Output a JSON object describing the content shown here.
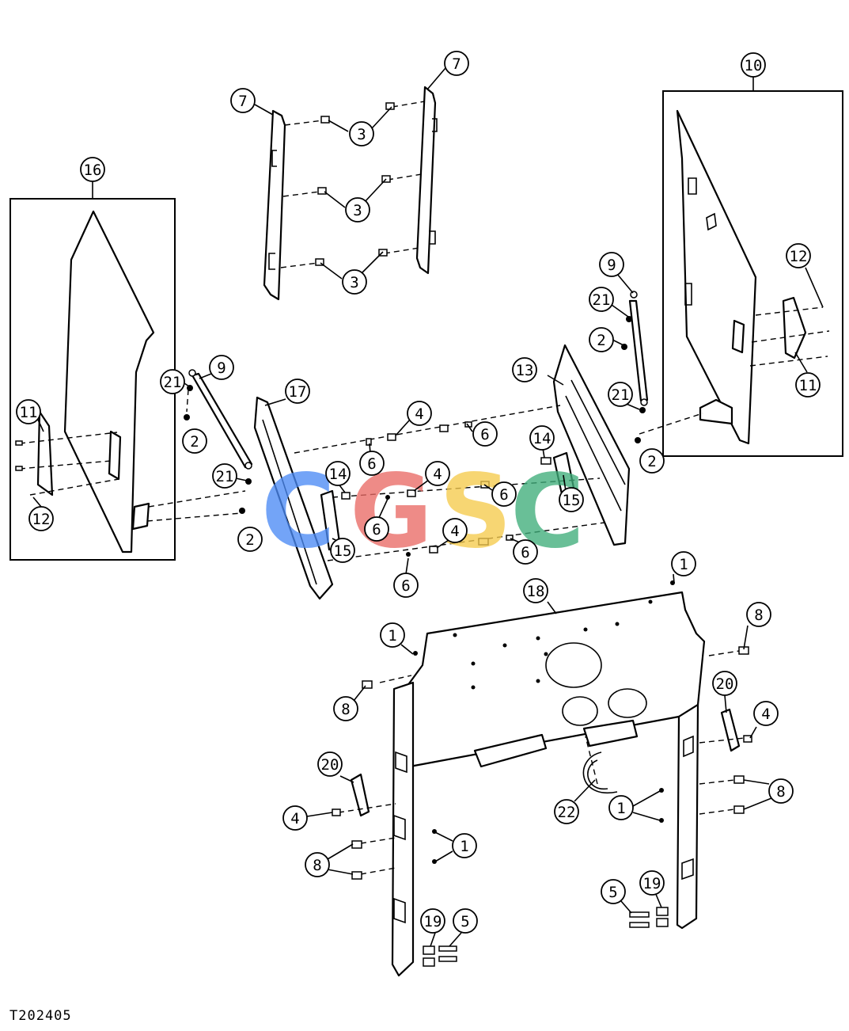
{
  "figure_code": "T202405",
  "watermark": {
    "letters": [
      {
        "char": "C",
        "color": "#4C8BF5"
      },
      {
        "char": "G",
        "color": "#EA6B66"
      },
      {
        "char": "S",
        "color": "#F6CB4D"
      },
      {
        "char": "C",
        "color": "#3FAE7A"
      }
    ]
  },
  "callouts": [
    {
      "id": "c-7a",
      "label": "7"
    },
    {
      "id": "c-7b",
      "label": "7"
    },
    {
      "id": "c-3a",
      "label": "3"
    },
    {
      "id": "c-3b",
      "label": "3"
    },
    {
      "id": "c-3c",
      "label": "3"
    },
    {
      "id": "c-10",
      "label": "10"
    },
    {
      "id": "c-12a",
      "label": "12"
    },
    {
      "id": "c-11a",
      "label": "11"
    },
    {
      "id": "c-9a",
      "label": "9"
    },
    {
      "id": "c-21a",
      "label": "21"
    },
    {
      "id": "c-2a",
      "label": "2"
    },
    {
      "id": "c-21b",
      "label": "21"
    },
    {
      "id": "c-2b",
      "label": "2"
    },
    {
      "id": "c-13",
      "label": "13"
    },
    {
      "id": "c-16",
      "label": "16"
    },
    {
      "id": "c-11b",
      "label": "11"
    },
    {
      "id": "c-12b",
      "label": "12"
    },
    {
      "id": "c-21c",
      "label": "21"
    },
    {
      "id": "c-9b",
      "label": "9"
    },
    {
      "id": "c-2c",
      "label": "2"
    },
    {
      "id": "c-21d",
      "label": "21"
    },
    {
      "id": "c-2d",
      "label": "2"
    },
    {
      "id": "c-17",
      "label": "17"
    },
    {
      "id": "c-4a",
      "label": "4"
    },
    {
      "id": "c-6a",
      "label": "6"
    },
    {
      "id": "c-6b",
      "label": "6"
    },
    {
      "id": "c-14a",
      "label": "14"
    },
    {
      "id": "c-4b",
      "label": "4"
    },
    {
      "id": "c-6c",
      "label": "6"
    },
    {
      "id": "c-14b",
      "label": "14"
    },
    {
      "id": "c-15a",
      "label": "15"
    },
    {
      "id": "c-6d",
      "label": "6"
    },
    {
      "id": "c-4c",
      "label": "4"
    },
    {
      "id": "c-6e",
      "label": "6"
    },
    {
      "id": "c-15b",
      "label": "15"
    },
    {
      "id": "c-6f",
      "label": "6"
    },
    {
      "id": "c-1a",
      "label": "1"
    },
    {
      "id": "c-18",
      "label": "18"
    },
    {
      "id": "c-8a",
      "label": "8"
    },
    {
      "id": "c-1b",
      "label": "1"
    },
    {
      "id": "c-8b",
      "label": "8"
    },
    {
      "id": "c-20a",
      "label": "20"
    },
    {
      "id": "c-4d",
      "label": "4"
    },
    {
      "id": "c-20b",
      "label": "20"
    },
    {
      "id": "c-4e",
      "label": "4"
    },
    {
      "id": "c-22",
      "label": "22"
    },
    {
      "id": "c-1c",
      "label": "1"
    },
    {
      "id": "c-8c",
      "label": "8"
    },
    {
      "id": "c-8d",
      "label": "8"
    },
    {
      "id": "c-1d",
      "label": "1"
    },
    {
      "id": "c-5a",
      "label": "5"
    },
    {
      "id": "c-19a",
      "label": "19"
    },
    {
      "id": "c-19b",
      "label": "19"
    },
    {
      "id": "c-5b",
      "label": "5"
    }
  ]
}
